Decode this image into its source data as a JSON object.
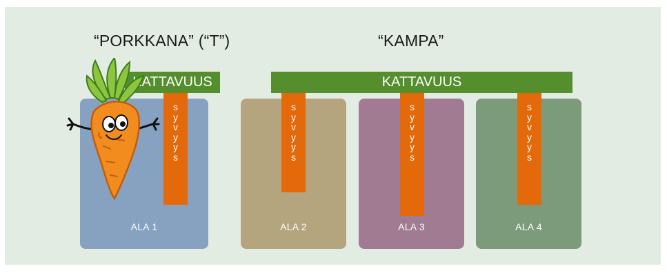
{
  "headings": {
    "carrot": "“PORKKANA” (“T”)",
    "comb": "“KAMPA”"
  },
  "coverage_label": "KATTAVUUS",
  "depth_letters": [
    "s",
    "y",
    "v",
    "y",
    "y",
    "s"
  ],
  "areas": [
    {
      "label": "ALA 1",
      "color": "#86a2c0"
    },
    {
      "label": "ALA 2",
      "color": "#b5a57f"
    },
    {
      "label": "ALA 3",
      "color": "#a07b91"
    },
    {
      "label": "ALA 4",
      "color": "#7c9b7b"
    }
  ],
  "colors": {
    "background": "#e3ece3",
    "coverage": "#558e2c",
    "depth": "#e3690a"
  },
  "illustration": "carrot-character"
}
